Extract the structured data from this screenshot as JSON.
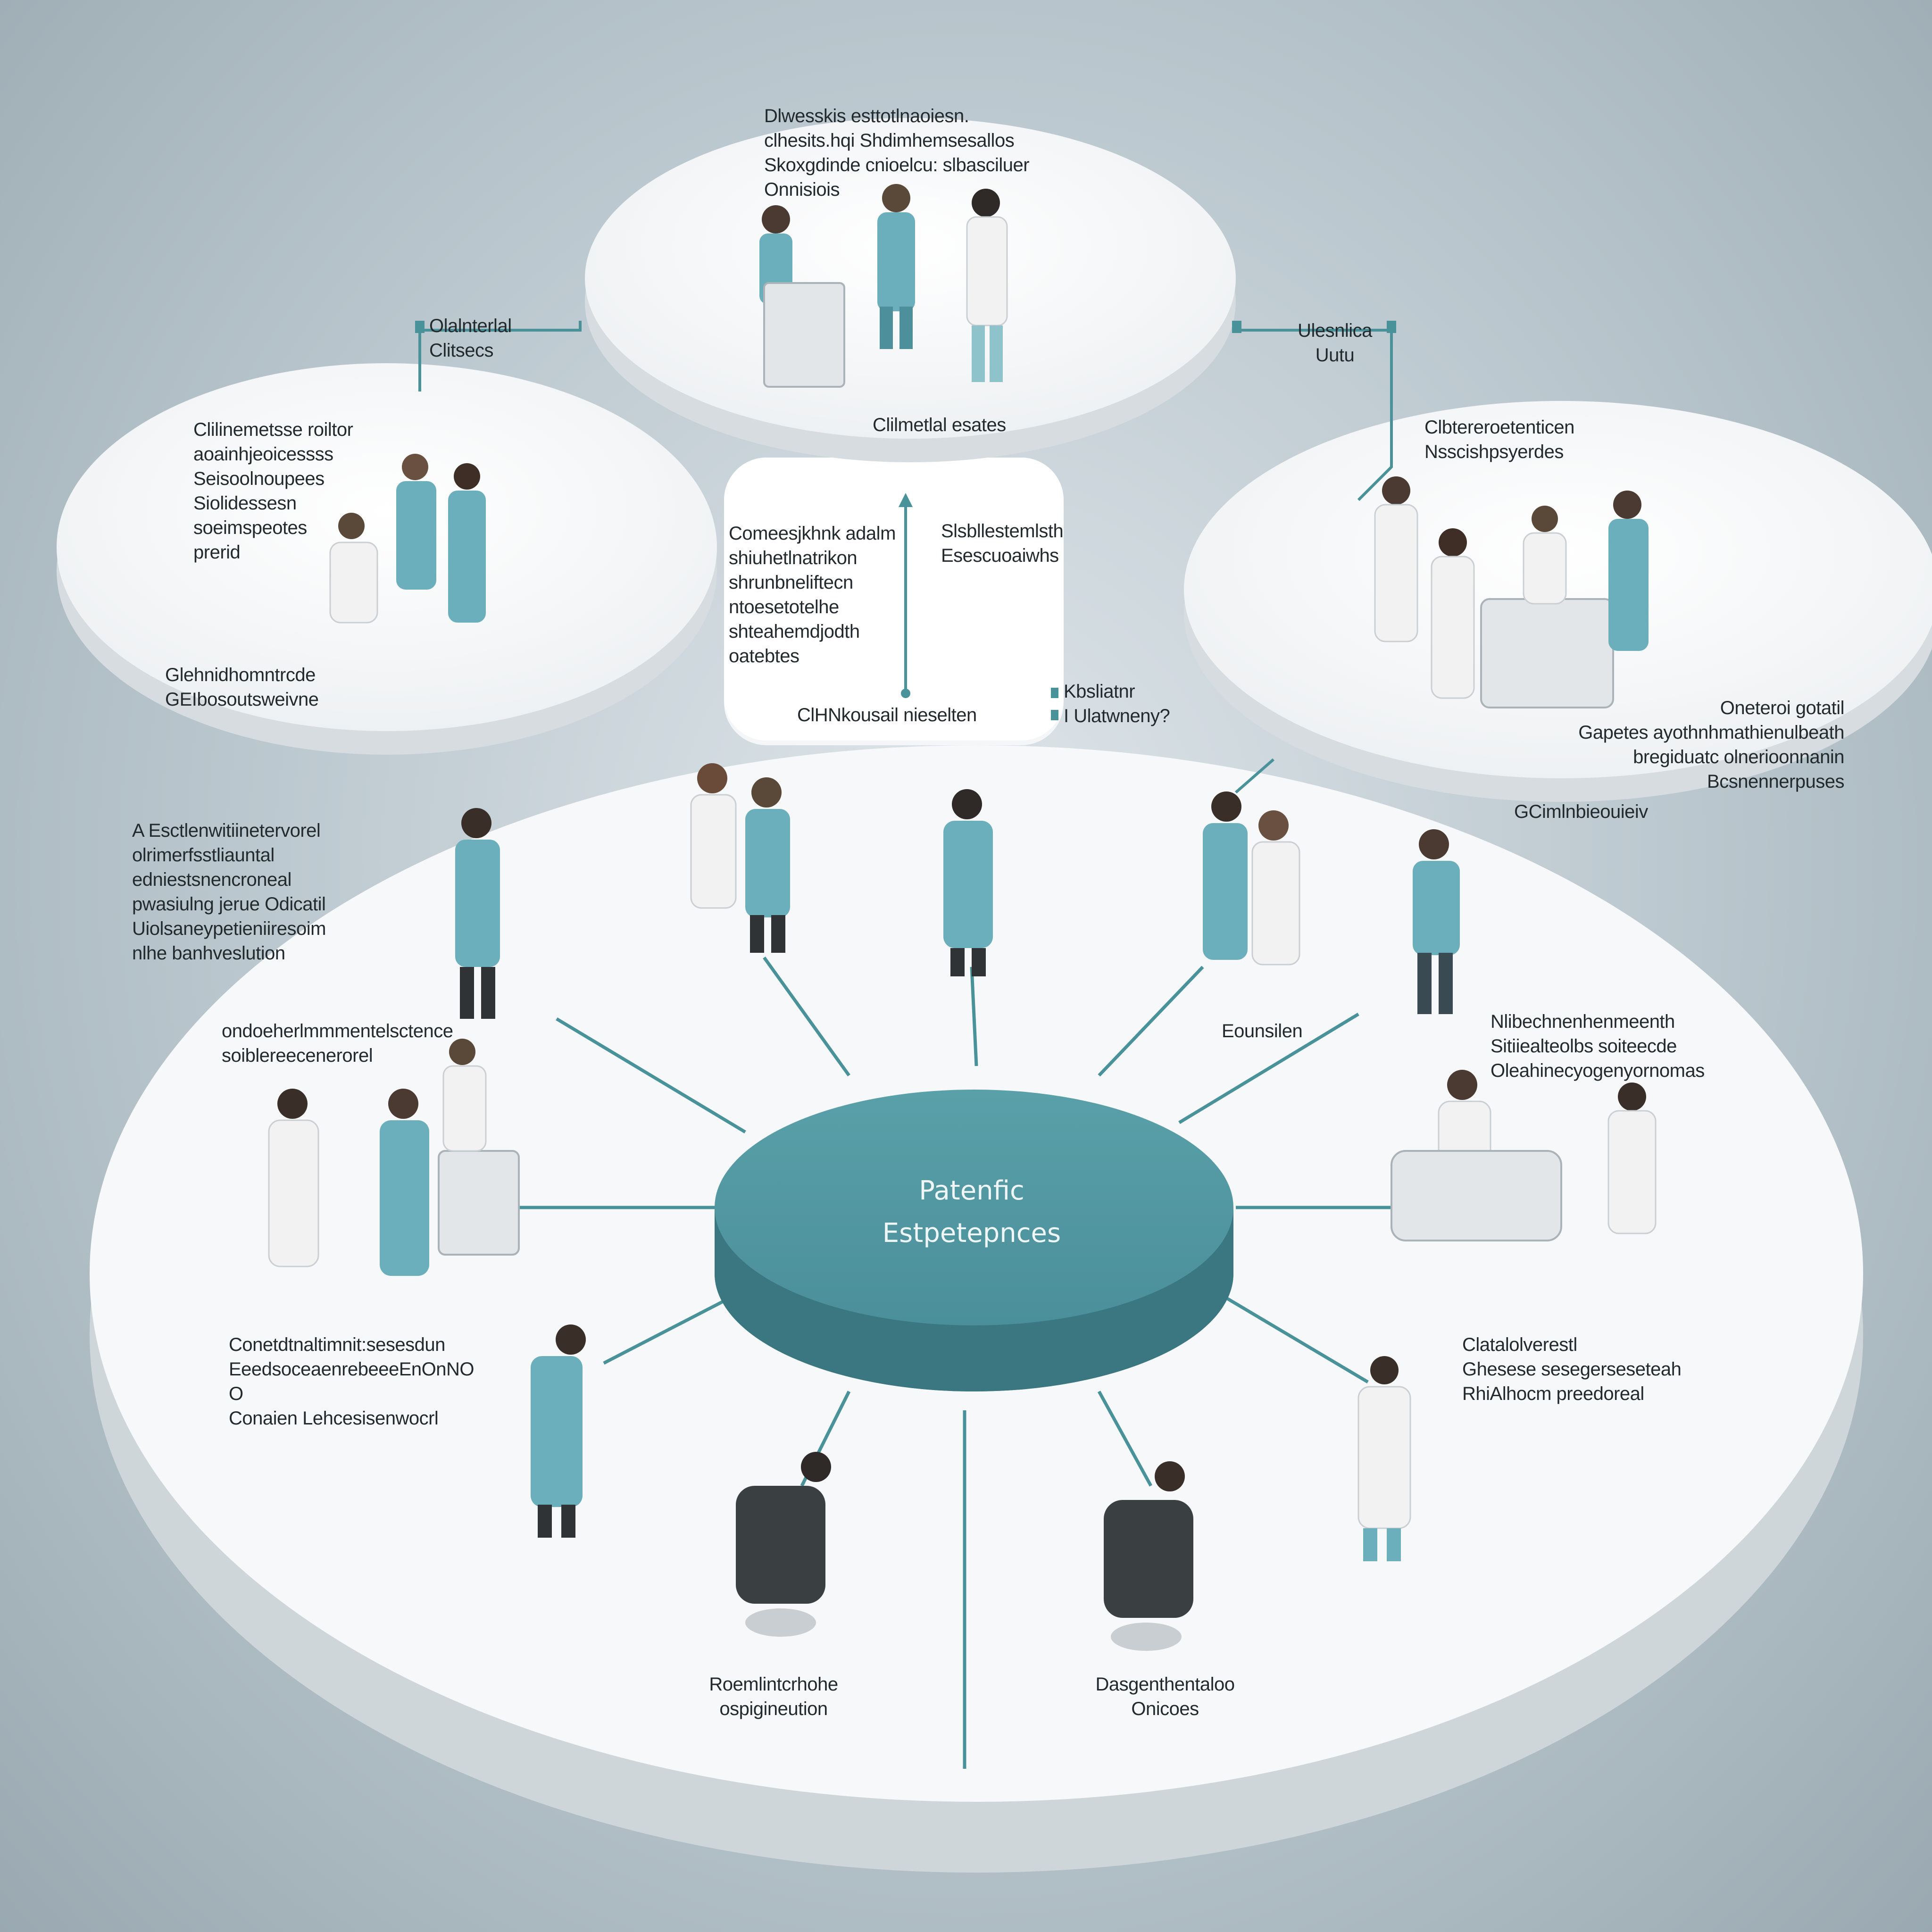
{
  "colors": {
    "hub": "#4a8f99",
    "hub_side": "#3a7780",
    "connector": "#4a929a",
    "platform": "#f5f7f8",
    "platform_side": "#d4dadd",
    "scrub": "#6aafbb",
    "coat": "#f2f2f2"
  },
  "hub": {
    "title": "Patenfic\nEstpetepnces"
  },
  "labels": {
    "top_circle": "Dlwesskis esttotlnaoiesn.\nclhesits.hqi Shdimhemsesallos\nSkoxgdinde cnioelcu: slbasciluer\nOnnisiois",
    "top_circle_bottom": "Clilmetlal esates",
    "connector_left": "Olalnterlal\nClitsecs",
    "connector_right": "Ulesnlica\nUutu",
    "left_circle": "Clilinemetsse roiltor\naoainhjeoicessss\nSeisoolnoupees\nSiolidessesn\nsoeimspeotes\nprerid",
    "left_circle_bottom": "Glehnidhomntrcde\nGEIbosoutsweivne",
    "right_circle_top": "Clbtereroetenticen\nNsscishpsyerdes",
    "right_circle_bottom": "Oneteroi gotatil\nGapetes ayothnhmathienulbeath\nbregiduatc olnerioonnanin\nBcsnennerpuses",
    "right_circle_footer": "GCimlnbieouieiv",
    "middle_left": "Comeesjkhnk adalm\nshiuhetlnatrikon\nshrunbneliftecn\nntoesetotelhe\nshteahemdjodth\noatebtes",
    "middle_right": "Slsbllestemlsth\nEsescuoaiwhs",
    "middle_bottom": "ClHNkousail nieselten",
    "middle_side": "Kbsliatnr\nI Ulatwneny?",
    "base_top_left": "A Esctlenwitiinetervorel\nolrimerfsstliauntal\nedniestsnencroneal\npwasiulng jerue Odicatil\nUiolsaneypetieniiresoim\nnlhe banhveslution",
    "base_left_upper": "ondoeherlmmmentelsctence\nsoiblereecenerorel",
    "base_left_lower": "Conetdtnaltimnit:sesesdun\nEeedsoceaenrebeeeEnOnNO O\nConaien Lehcesisenwocrl",
    "base_bottom_left": "Roemlintcrhohe\nospigineution",
    "base_bottom_right": "Dasgenthentaloo\nOnicoes",
    "base_right_mid": "Clatalolverestl\nGhesese sesegerseseteah\nRhiAlhocm preedoreal",
    "base_right_upper": "Nlibechnenhenmeenth\nSitiiealteolbs soiteecde\nOleahinecyogenyornomas",
    "base_top_right": "Eounsilen"
  }
}
